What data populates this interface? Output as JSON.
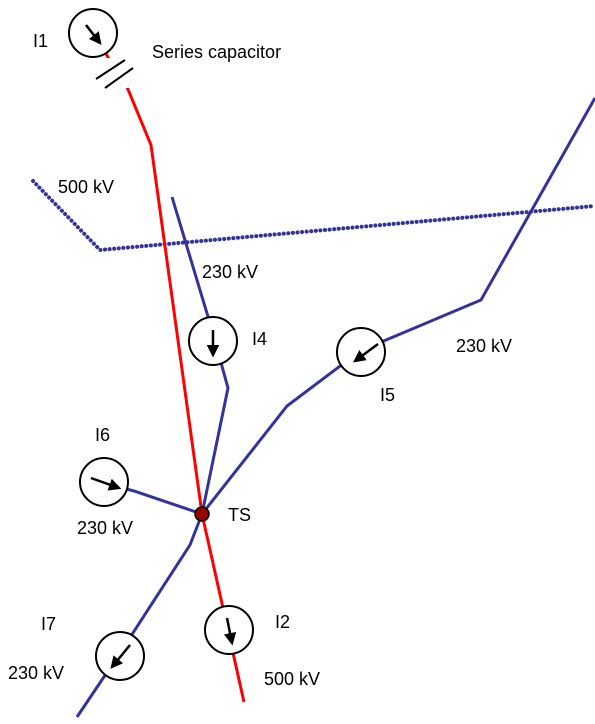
{
  "colors": {
    "line_500kv": "#ff0000",
    "line_230kv": "#333399",
    "node_fill": "#990000",
    "background": "#ffffff"
  },
  "labels": {
    "series_capacitor": "Series capacitor",
    "kv500_upper": "500 kV",
    "kv230_upper": "230 kV",
    "kv230_right": "230 kV",
    "kv230_left": "230 kV",
    "kv230_bottom_left": "230 kV",
    "kv500_bottom": "500 kV",
    "ts": "TS"
  },
  "meters": {
    "i1": "I1",
    "i2": "I2",
    "i4": "I4",
    "i5": "I5",
    "i6": "I6",
    "i7": "I7"
  }
}
